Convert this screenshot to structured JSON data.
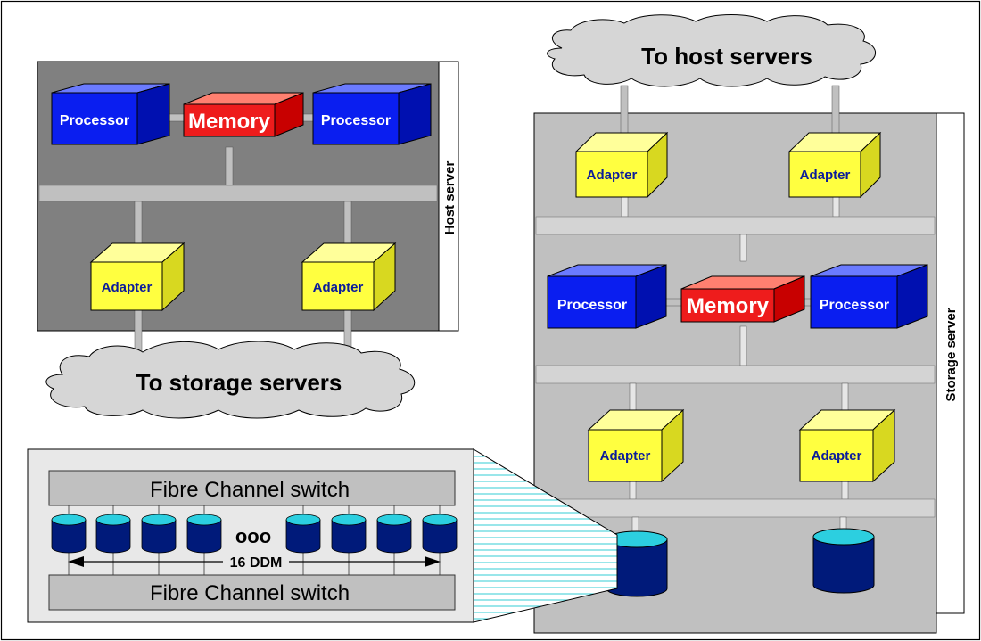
{
  "host_server": {
    "label": "Host server",
    "processor_left": "Processor",
    "memory": "Memory",
    "processor_right": "Processor",
    "adapter_left": "Adapter",
    "adapter_right": "Adapter"
  },
  "storage_cloud": {
    "label": "To storage servers"
  },
  "host_cloud": {
    "label": "To host servers"
  },
  "storage_server": {
    "label": "Storage server",
    "top_adapter_left": "Adapter",
    "top_adapter_right": "Adapter",
    "processor_left": "Processor",
    "memory": "Memory",
    "processor_right": "Processor",
    "bottom_adapter_left": "Adapter",
    "bottom_adapter_right": "Adapter"
  },
  "ddm_detail": {
    "switch_top": "Fibre Channel switch",
    "switch_bottom": "Fibre Channel  switch",
    "ellipsis": "ooo",
    "ddm_count": "16 DDM"
  },
  "colors": {
    "processor": "#0a1ef0",
    "memory": "#ee1c1c",
    "adapter": "#ffff40",
    "disk": "#001a7a",
    "disk_top": "#2ccfe0",
    "host_bg": "#808080",
    "storage_bg": "#c0c0c0"
  }
}
